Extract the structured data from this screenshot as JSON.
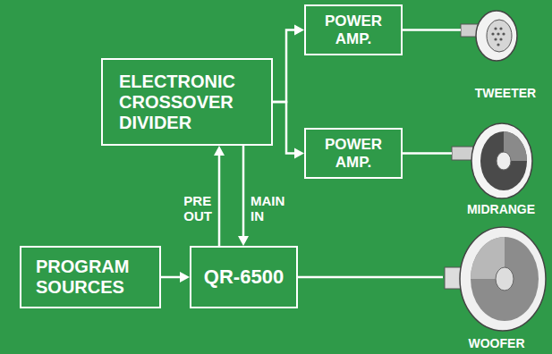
{
  "diagram": {
    "nodes": [
      {
        "text": [
          "ELECTRONIC CROSSOVER DIVIDER"
        ]
      },
      {
        "text": [
          "POWER AMP."
        ]
      },
      {
        "text": [
          "POWER AMP."
        ]
      },
      {
        "text": [
          "TWEETER"
        ]
      },
      {
        "text": [
          "MIDRANGE"
        ]
      },
      {
        "text": [
          "PROGRAM SOURCES"
        ]
      },
      {
        "text": [
          "QR-6500"
        ]
      },
      {
        "text": [
          "WOOFER"
        ]
      }
    ],
    "edges": [
      {
        "from": 0,
        "to": 1,
        "arrow": "to"
      },
      {
        "from": 0,
        "to": 2,
        "arrow": "to"
      },
      {
        "from": 1,
        "to": 3,
        "arrow": "none"
      },
      {
        "from": 2,
        "to": 4,
        "arrow": "none"
      },
      {
        "from": 5,
        "to": 6,
        "arrow": "to"
      },
      {
        "from": 6,
        "to": 0,
        "label": "PRE OUT",
        "arrow": "to"
      },
      {
        "from": 0,
        "to": 6,
        "label": "MAIN IN",
        "arrow": "to"
      },
      {
        "from": 6,
        "to": 7,
        "arrow": "none"
      }
    ]
  }
}
